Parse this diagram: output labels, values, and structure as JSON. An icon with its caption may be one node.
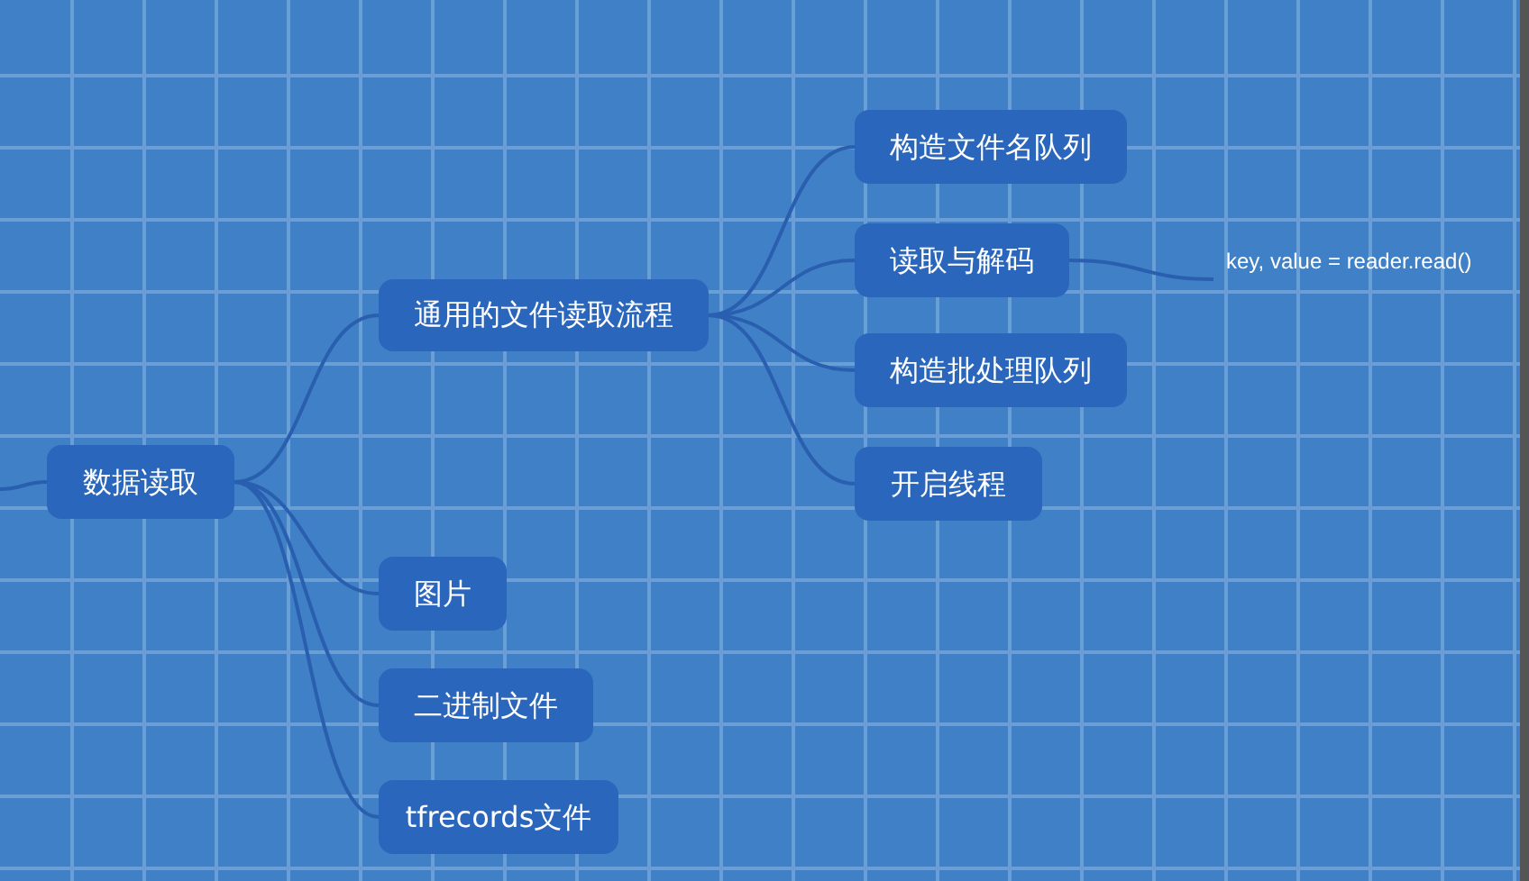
{
  "diagram": {
    "nodes": [
      {
        "text": [
          "数据读取"
        ]
      },
      {
        "text": [
          "通用的文件读取流程"
        ]
      },
      {
        "text": [
          "构造文件名队列"
        ]
      },
      {
        "text": [
          "读取与解码"
        ]
      },
      {
        "text": [
          "构造批处理队列"
        ]
      },
      {
        "text": [
          "开启线程"
        ]
      },
      {
        "text": [
          "图片"
        ]
      },
      {
        "text": [
          "二进制文件"
        ]
      },
      {
        "text": [
          "tfrecords文件"
        ]
      },
      {
        "text": [
          "key, value = reader.read()"
        ]
      }
    ],
    "edges": [
      {
        "from": null,
        "to": 0,
        "arrow": "none"
      },
      {
        "from": 0,
        "to": 1,
        "arrow": "none"
      },
      {
        "from": 0,
        "to": 6,
        "arrow": "none"
      },
      {
        "from": 0,
        "to": 7,
        "arrow": "none"
      },
      {
        "from": 0,
        "to": 8,
        "arrow": "none"
      },
      {
        "from": 1,
        "to": 2,
        "arrow": "none"
      },
      {
        "from": 1,
        "to": 3,
        "arrow": "none"
      },
      {
        "from": 1,
        "to": 4,
        "arrow": "none"
      },
      {
        "from": 1,
        "to": 5,
        "arrow": "none"
      },
      {
        "from": 3,
        "to": 9,
        "arrow": "none"
      }
    ]
  }
}
